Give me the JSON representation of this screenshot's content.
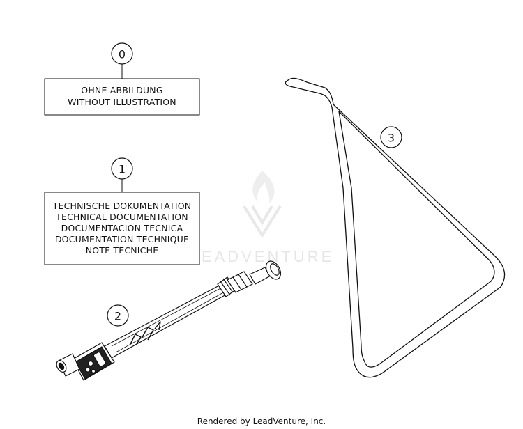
{
  "watermark": {
    "text": "LEADVENTURE"
  },
  "callouts": [
    {
      "id": "0",
      "label": "0"
    },
    {
      "id": "1",
      "label": "1"
    },
    {
      "id": "2",
      "label": "2"
    },
    {
      "id": "3",
      "label": "3"
    }
  ],
  "part_0_box": {
    "lines": [
      "OHNE ABBILDUNG",
      "WITHOUT ILLUSTRATION"
    ]
  },
  "part_1_box": {
    "lines": [
      "TECHNISCHE DOKUMENTATION",
      "TECHNICAL DOCUMENTATION",
      "DOCUMENTACION TECNICA",
      "DOCUMENTATION TECHNIQUE",
      "NOTE TECNICHE"
    ]
  },
  "footer": {
    "text": "Rendered by LeadVenture, Inc."
  }
}
